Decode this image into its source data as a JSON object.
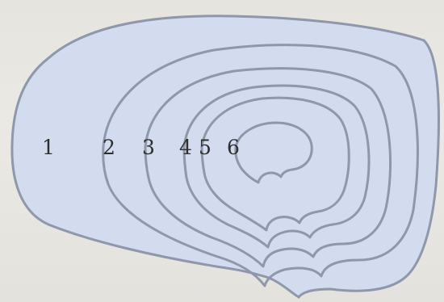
{
  "diagram": {
    "ring_labels": [
      "1",
      "2",
      "3",
      "4",
      "5",
      "6"
    ],
    "colors": {
      "background": "#e8e6e1",
      "fill": "#d3dcee",
      "line": "#8e98aa",
      "text": "#2e2e2e"
    }
  }
}
